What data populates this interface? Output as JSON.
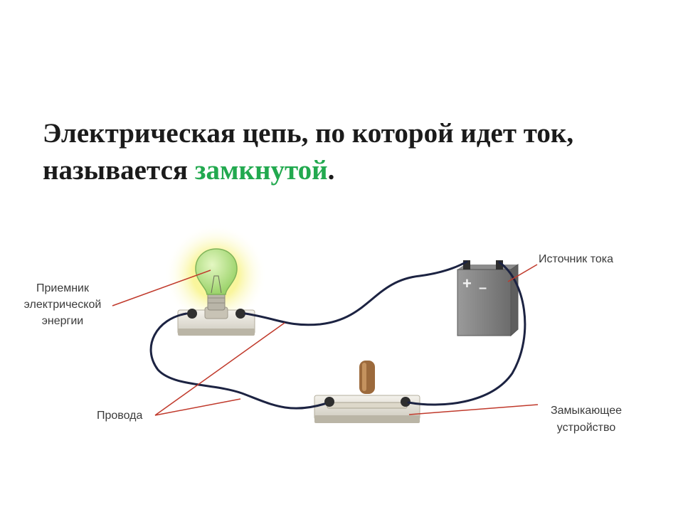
{
  "headline": {
    "line1": "Электрическая цепь, по которой идет ток,",
    "line2_before": "называется ",
    "line2_accent": "замкнутой",
    "line2_after": "."
  },
  "colors": {
    "accent": "#22a94f",
    "wire": "#1c2342",
    "leader": "#c0392b",
    "glow": "#f5f27a"
  },
  "labels": {
    "receiver": [
      "Приемник",
      "электрической",
      "энергии"
    ],
    "source": "Источник тока",
    "wires": "Провода",
    "switch": [
      "Замыкающее",
      "устройство"
    ]
  },
  "battery": {
    "plus": "+",
    "minus": "–"
  }
}
